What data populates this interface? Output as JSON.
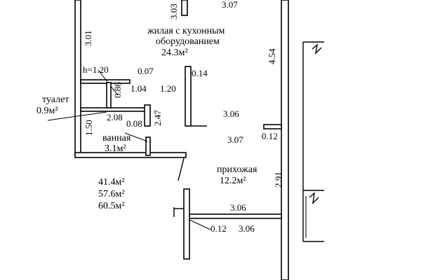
{
  "rooms": {
    "living": {
      "line1": "жилая с кухонным",
      "line2": "оборудованием",
      "area": "24.3м²"
    },
    "toilet": {
      "name": "туалет",
      "area": "0.9м²"
    },
    "bathroom": {
      "name": "ванная",
      "area": "3.1м²"
    },
    "hallway": {
      "name": "прихожая",
      "area": "12.2м²"
    }
  },
  "totals": {
    "living_area": "41.4м²",
    "total_area": "57.6м²",
    "full_area": "60.5м²"
  },
  "dimensions": {
    "d_301": "3.01",
    "d_303": "3.03",
    "d_307_top": "3.07",
    "d_454": "4.54",
    "h_label": "h=1.20",
    "d_007": "0.07",
    "d_014": "0.14",
    "d_086": "0.86",
    "d_104": "1.04",
    "d_120": "1.20",
    "d_208": "2.08",
    "d_008": "0.08",
    "d_247": "2.47",
    "d_150": "1.50",
    "d_306_mid": "3.06",
    "d_307_mid": "3.07",
    "d_012_right": "0.12",
    "d_291": "2.91",
    "d_306_low": "3.06",
    "d_012_low": "0.12",
    "d_306_bottom": "3.06"
  }
}
